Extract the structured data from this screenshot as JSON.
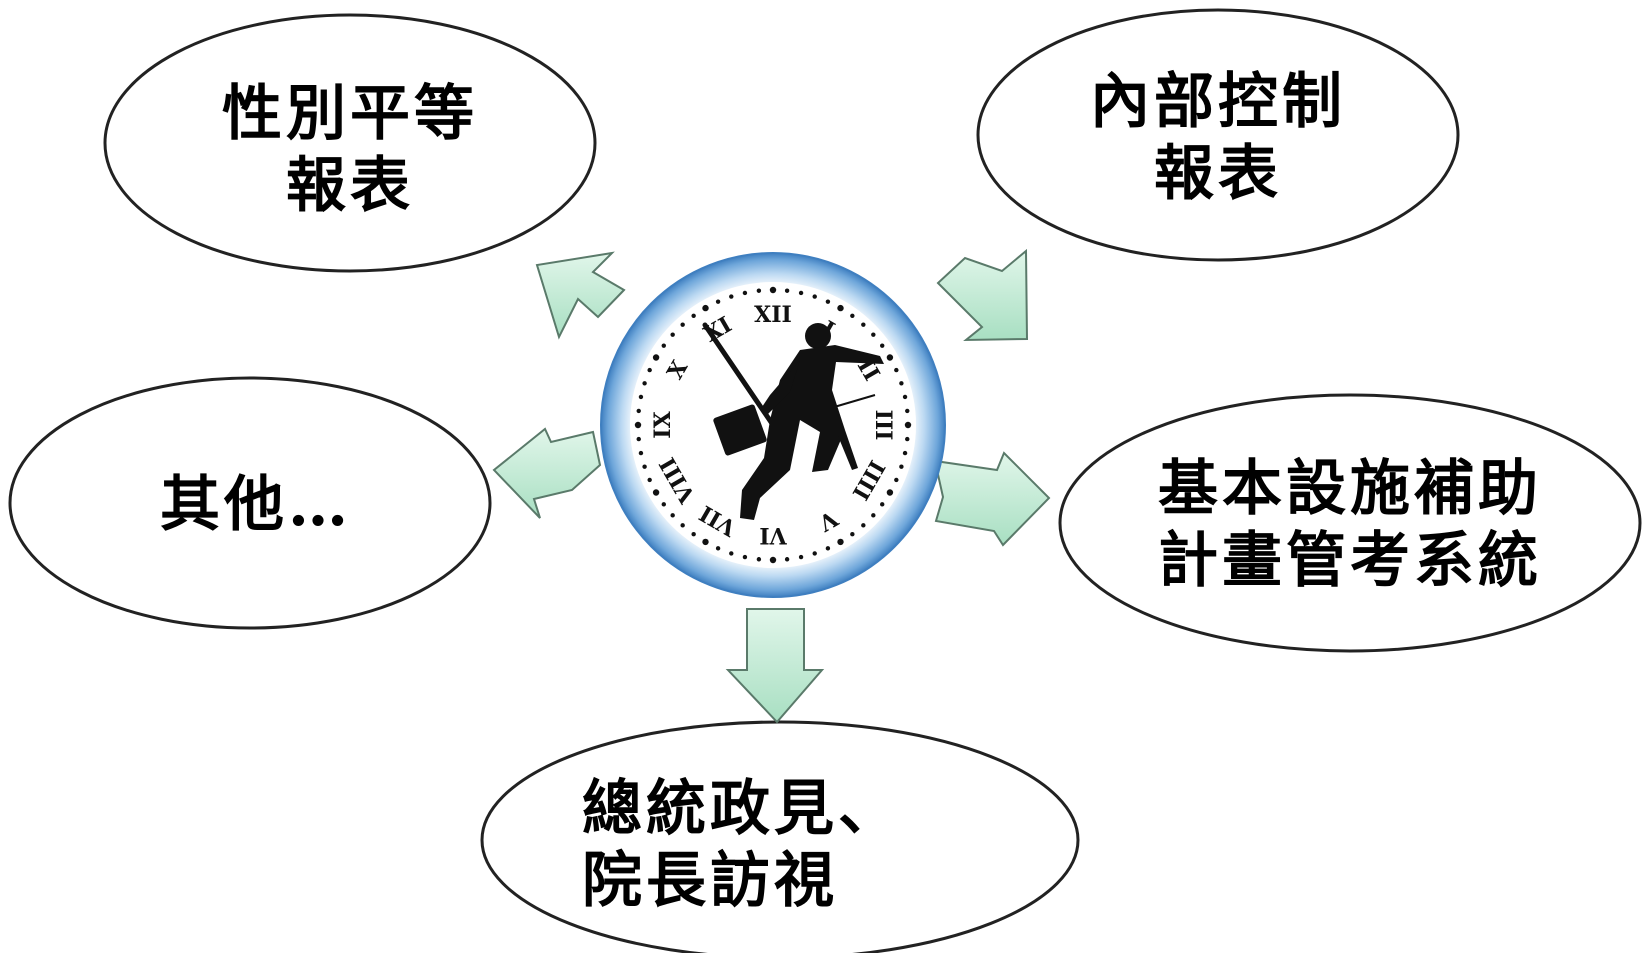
{
  "nodes": {
    "gender": {
      "line1": "性別平等",
      "line2": "報表"
    },
    "internal": {
      "line1": "內部控制",
      "line2": "報表"
    },
    "other": {
      "line1": "其他…"
    },
    "infra": {
      "line1": "基本設施補助",
      "line2": "計畫管考系統"
    },
    "president": {
      "line1": "總統政見、",
      "line2": "院長訪視"
    }
  },
  "clock": {
    "numerals": [
      "XII",
      "I",
      "II",
      "III",
      "IIII",
      "V",
      "VI",
      "VII",
      "VIII",
      "IX",
      "X",
      "XI"
    ]
  },
  "colors": {
    "arrow_fill": "#bfe9d4",
    "arrow_stroke": "#5a7a6a",
    "ellipse_stroke": "#222222",
    "clock_rim": "#7fb3e0"
  }
}
